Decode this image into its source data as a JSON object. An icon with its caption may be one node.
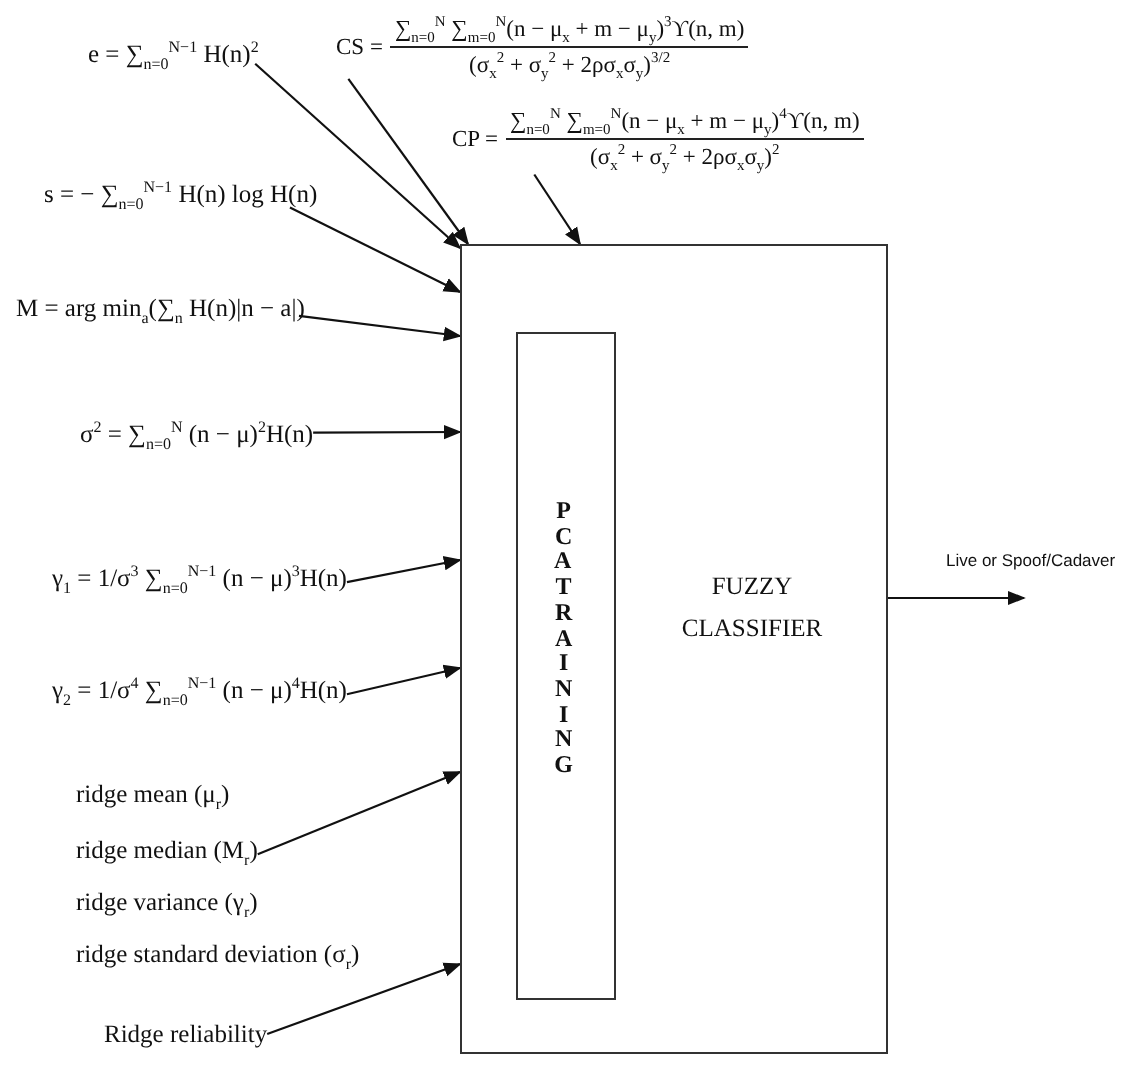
{
  "diagram": {
    "nodes": [
      {
        "text": [
          "FUZZY CLASSIFIER"
        ]
      },
      {
        "text": [
          "PCA TRAINING"
        ],
        "in": 0
      },
      {
        "text": [
          "e = ∑$_{n=0}$$^{N−1}$ H(n)$^{2}$"
        ]
      },
      {
        "text": [
          "s = − ∑$_{n=0}$$^{N−1}$ H(n) log H(n)"
        ]
      },
      {
        "text": [
          "M = arg min$_{a}$(∑$_{n}$ H(n)|n − a|)"
        ]
      },
      {
        "text": [
          "CS =",
          "∑$_{n=0}$$^{N}$ ∑$_{m=0}$$^{N}$(n − μ$_{x}$ + m − μ$_{y}$)$^{3}$ϒ(n, m)",
          "(σ$_{x}$$^{2}$ + σ$_{y}$$^{2}$ + 2ρσ$_{x}$σ$_{y}$)$^{3/2}$"
        ]
      },
      {
        "text": [
          "CP =",
          "∑$_{n=0}$$^{N}$ ∑$_{m=0}$$^{N}$(n − μ$_{x}$ + m − μ$_{y}$)$^{4}$ϒ(n, m)",
          "(σ$_{x}$$^{2}$ + σ$_{y}$$^{2}$ + 2ρσ$_{x}$σ$_{y}$)$^{2}$"
        ]
      },
      {
        "text": [
          "σ$^{2}$ = ∑$_{n=0}$$^{N}$ (n − μ)$^{2}$H(n)"
        ]
      },
      {
        "text": [
          "γ$_{1}$ = 1/σ$^{3}$ ∑$_{n=0}$$^{N−1}$ (n − μ)$^{3}$H(n)"
        ]
      },
      {
        "text": [
          "γ$_{2}$ = 1/σ$^{4}$ ∑$_{n=0}$$^{N−1}$ (n − μ)$^{4}$H(n)"
        ]
      },
      {
        "text": [
          "ridge median (M$_{r}$)"
        ]
      },
      {
        "text": [
          "Ridge reliability"
        ]
      }
    ],
    "edges": [
      {
        "from": 2,
        "to": 0,
        "arrow": "to"
      },
      {
        "from": 3,
        "to": 0,
        "arrow": "to"
      },
      {
        "from": 4,
        "to": 0,
        "arrow": "to"
      },
      {
        "from": 5,
        "to": 0,
        "arrow": "to"
      },
      {
        "from": 6,
        "to": 0,
        "arrow": "to"
      },
      {
        "from": 7,
        "to": 0,
        "arrow": "to"
      },
      {
        "from": 8,
        "to": 0,
        "arrow": "to"
      },
      {
        "from": 9,
        "to": 0,
        "arrow": "to"
      },
      {
        "from": 10,
        "to": 0,
        "arrow": "to"
      },
      {
        "from": 11,
        "to": 0,
        "arrow": "to"
      },
      {
        "from": 0,
        "to": null,
        "arrow": "to",
        "label": "Live or Spoof/Cadaver"
      }
    ],
    "labels": [
      "ridge mean (μ$_{r}$)",
      "ridge variance (γ$_{r}$)",
      "ridge standard deviation (σ$_{r}$)"
    ]
  }
}
